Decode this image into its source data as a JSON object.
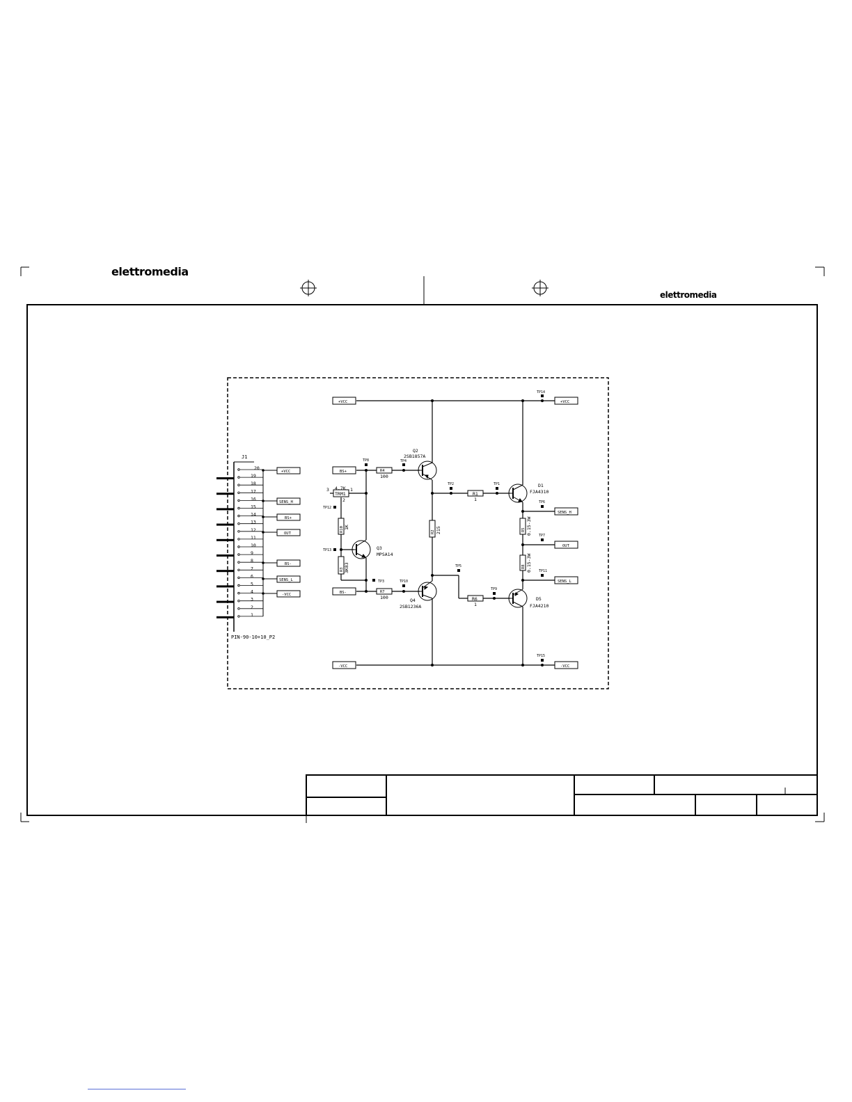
{
  "header": {
    "logo_left": "elettromedia",
    "logo_right": "elettromedia"
  },
  "connector": {
    "ref": "J1",
    "part": "PIN-90-10+10_P2",
    "pins": [
      "20",
      "19",
      "18",
      "17",
      "16",
      "15",
      "14",
      "13",
      "12",
      "11",
      "10",
      "9",
      "8",
      "7",
      "6",
      "5",
      "4",
      "3",
      "2",
      "1"
    ],
    "nets": [
      "+VCC",
      "SENS_H",
      "BS+",
      "OUT",
      "BS-",
      "SENS_L",
      "-VCC"
    ]
  },
  "nets": {
    "vcc_pos": "+VCC",
    "vcc_neg": "-VCC",
    "bs_pos": "BS+",
    "bs_neg": "BS-",
    "sens_h": "SENS_H",
    "sens_l": "SENS_L",
    "out": "OUT"
  },
  "components": {
    "q2": {
      "ref": "Q2",
      "part": "2SB1857A"
    },
    "q4": {
      "ref": "Q4",
      "part": "2SB1236A"
    },
    "q3": {
      "ref": "Q3",
      "part": "MPSA14"
    },
    "d1": {
      "ref": "D1",
      "part": "FJA4310"
    },
    "d5": {
      "ref": "D5",
      "part": "FJA4210"
    },
    "r4": {
      "ref": "R4",
      "value": "100"
    },
    "r7": {
      "ref": "R7",
      "value": "100"
    },
    "r1": {
      "ref": "R1",
      "value": "1"
    },
    "r6": {
      "ref": "R6",
      "value": "1"
    },
    "r2": {
      "ref": "R2",
      "value": "215"
    },
    "r5": {
      "ref": "R5",
      "value": "0.15-3W"
    },
    "r8": {
      "ref": "R8",
      "value": "0.15-3W"
    },
    "r10": {
      "ref": "R10",
      "value": "1K"
    },
    "r3": {
      "ref": "R3",
      "value": "3K83"
    },
    "trm": {
      "ref": "TRM1",
      "value": "4.7K",
      "pin1": "1",
      "pin2": "2",
      "pin3": "3"
    }
  },
  "test_points": [
    "TP14",
    "TP8",
    "TP4",
    "TP2",
    "TP1",
    "TP12",
    "TP6",
    "TP7",
    "TP13",
    "TP11",
    "TP5",
    "TP3",
    "TP10",
    "TP9",
    "TP15"
  ]
}
